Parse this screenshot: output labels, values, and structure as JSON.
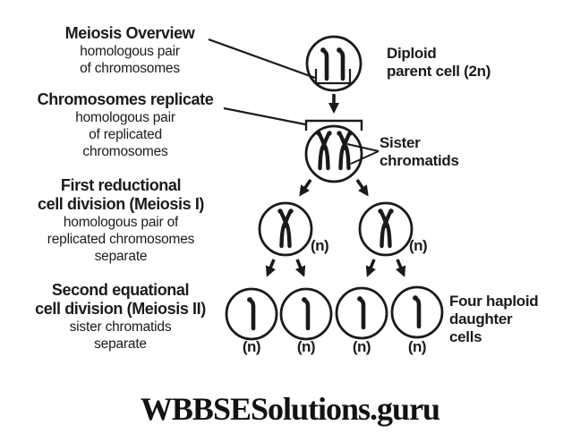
{
  "stages": [
    {
      "title_lines": [
        "Meiosis Overview"
      ],
      "desc_lines": [
        "homologous pair",
        "of chromosomes"
      ]
    },
    {
      "title_lines": [
        "Chromosomes replicate"
      ],
      "desc_lines": [
        "homologous pair",
        "of replicated",
        "chromosomes"
      ]
    },
    {
      "title_lines": [
        "First reductional",
        "cell division (Meiosis I)"
      ],
      "desc_lines": [
        "homologous pair of",
        "replicated chromosomes",
        "separate"
      ]
    },
    {
      "title_lines": [
        "Second equational",
        "cell division (Meiosis II)"
      ],
      "desc_lines": [
        "sister chromatids",
        "separate"
      ]
    }
  ],
  "cell_labels": {
    "diploid_line1": "Diploid",
    "diploid_line2": "parent cell (2n)",
    "sister_line1": "Sister",
    "sister_line2": "chromatids",
    "haploid_n": "(n)",
    "four_line1": "Four haploid",
    "four_line2": "daughter",
    "four_line3": "cells"
  },
  "watermark": "WBBSESolutions.guru",
  "colors": {
    "ink": "#1a1a1a",
    "background": "#ffffff"
  }
}
